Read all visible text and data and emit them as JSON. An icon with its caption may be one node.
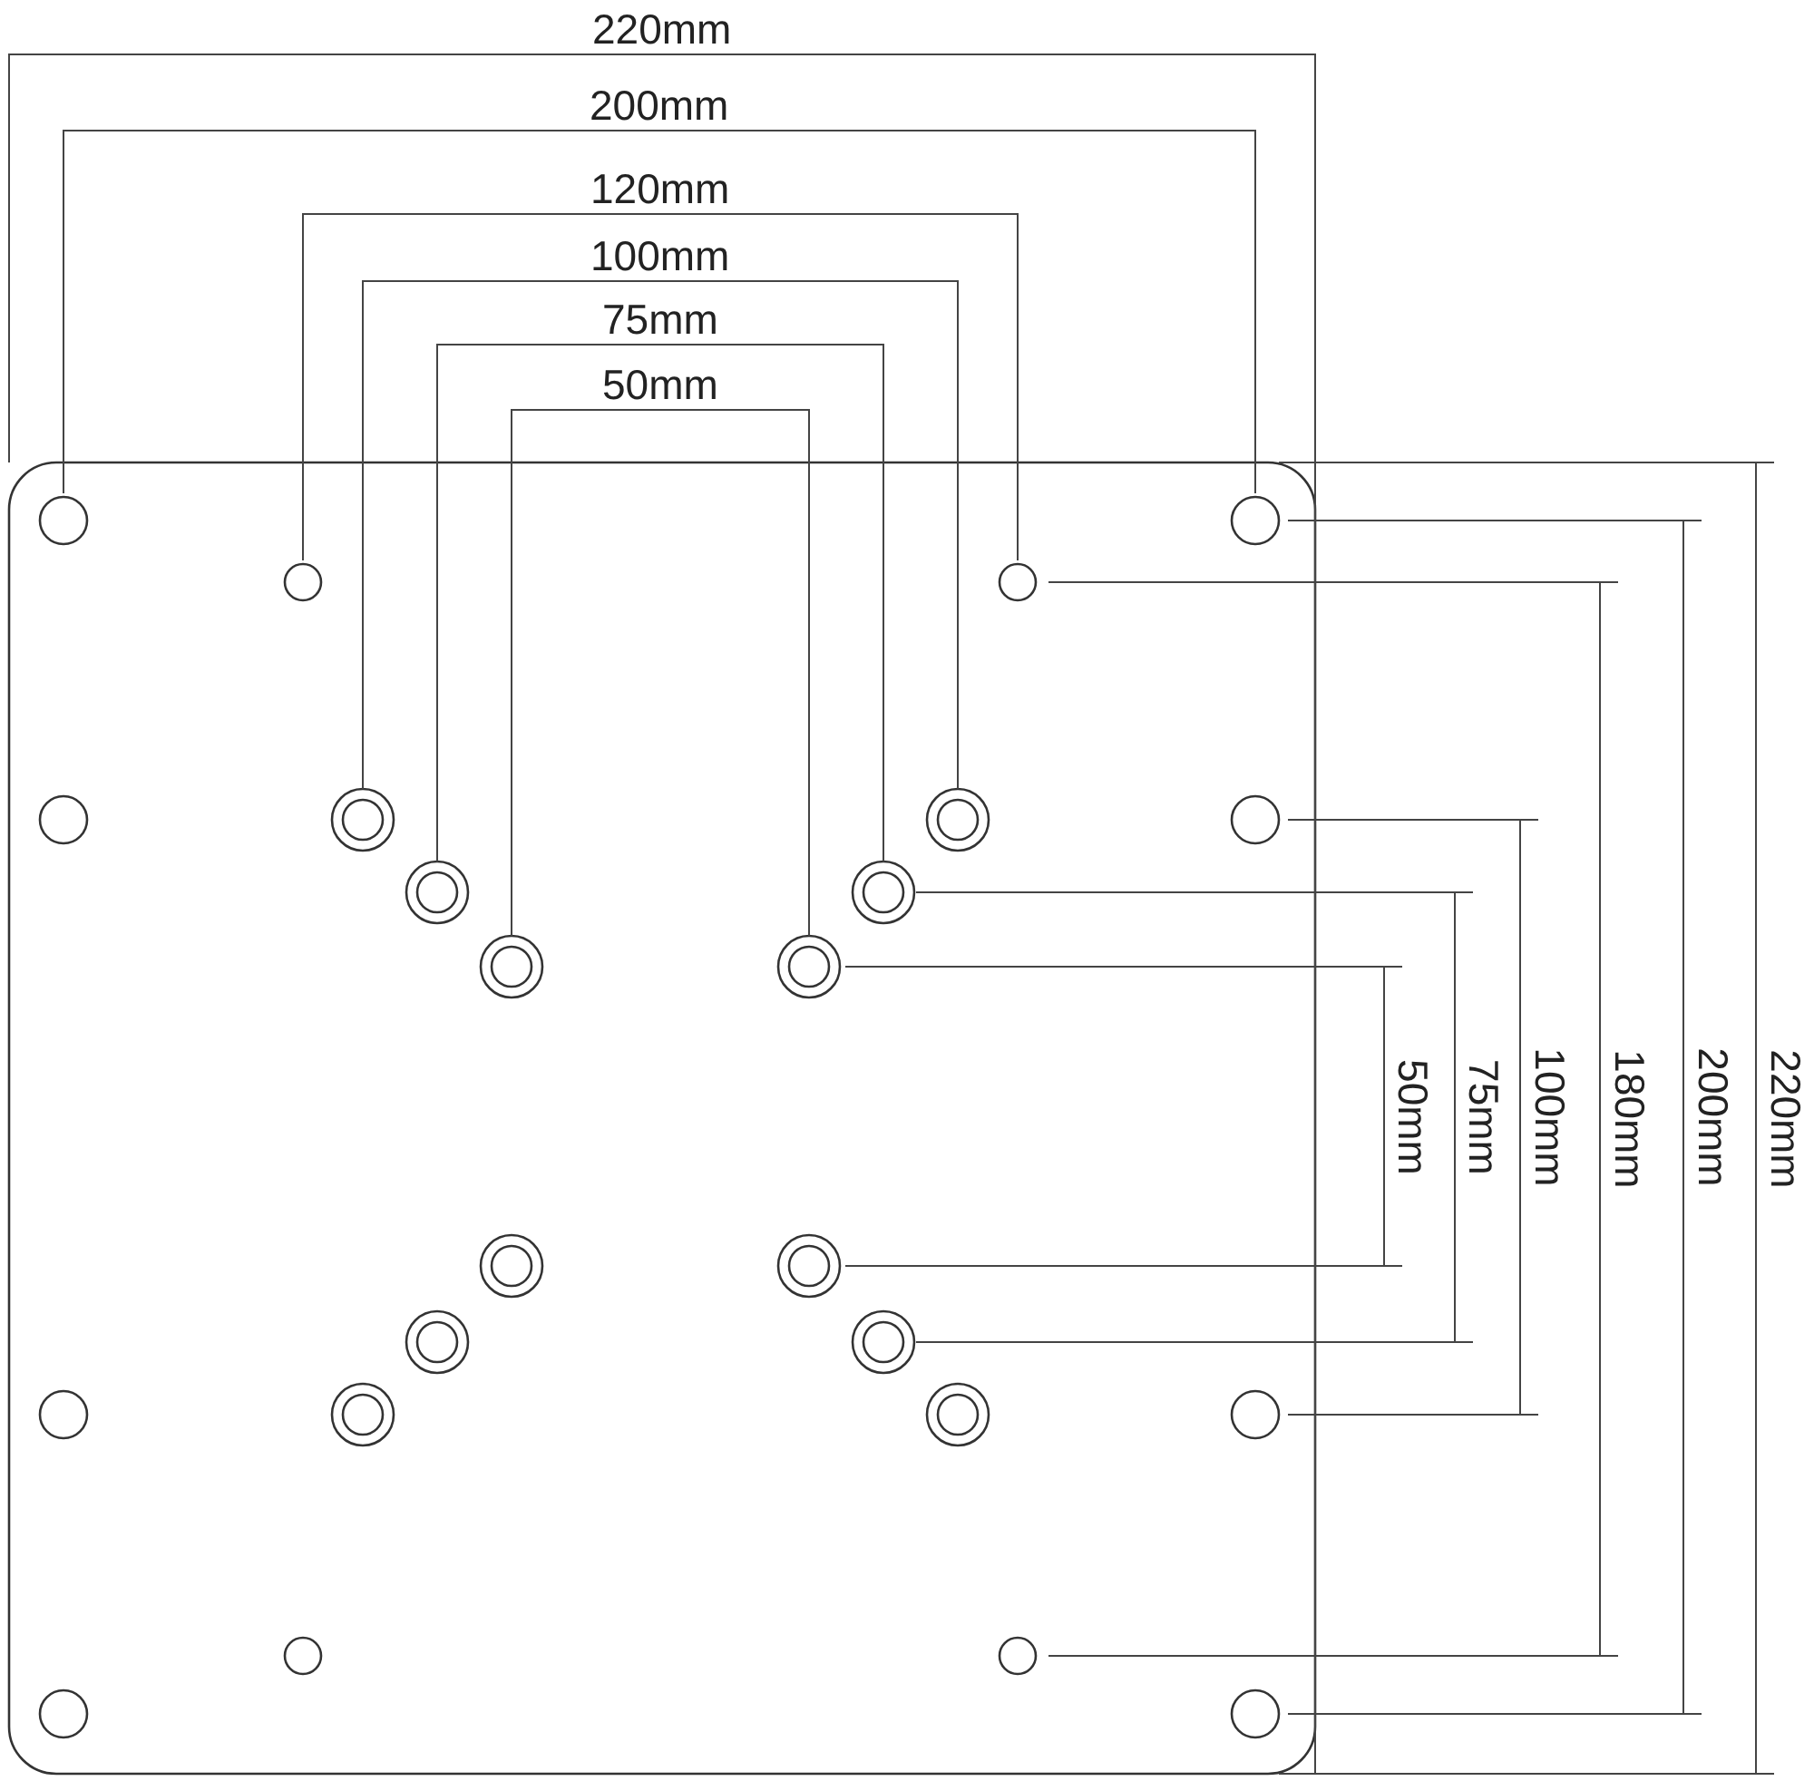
{
  "diagram": {
    "labels": [
      "220mm",
      "200mm",
      "120mm",
      "100mm",
      "75mm",
      "50mm",
      "50mm",
      "75mm",
      "100mm",
      "180mm",
      "200mm",
      "220mm"
    ]
  }
}
